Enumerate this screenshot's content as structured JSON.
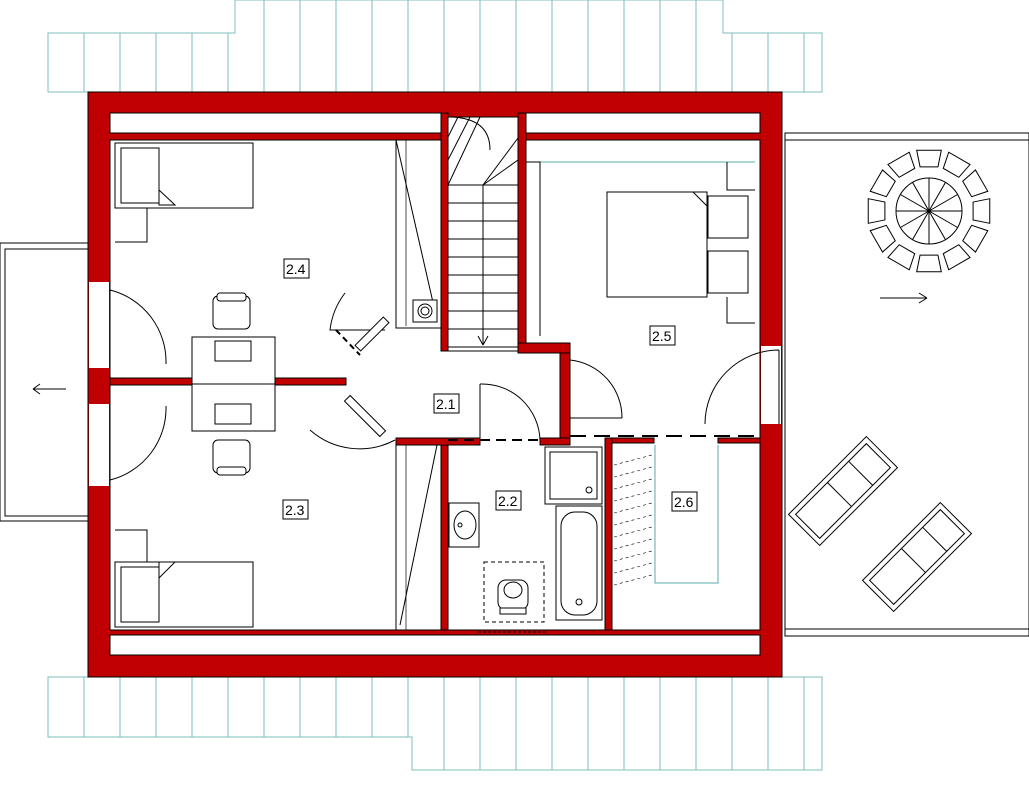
{
  "colors": {
    "wall": "#c00000",
    "line": "#000000",
    "roof": "#7fbfbf",
    "furniture_accent": "#5aaeae"
  },
  "rooms": [
    {
      "id": "2.1"
    },
    {
      "id": "2.2"
    },
    {
      "id": "2.3"
    },
    {
      "id": "2.4"
    },
    {
      "id": "2.5"
    },
    {
      "id": "2.6"
    }
  ],
  "icons": [
    "stair-arrow-icon",
    "terrace-arrow-icon",
    "balcony-arrow-icon",
    "chimney-icon",
    "round-table-icon"
  ]
}
